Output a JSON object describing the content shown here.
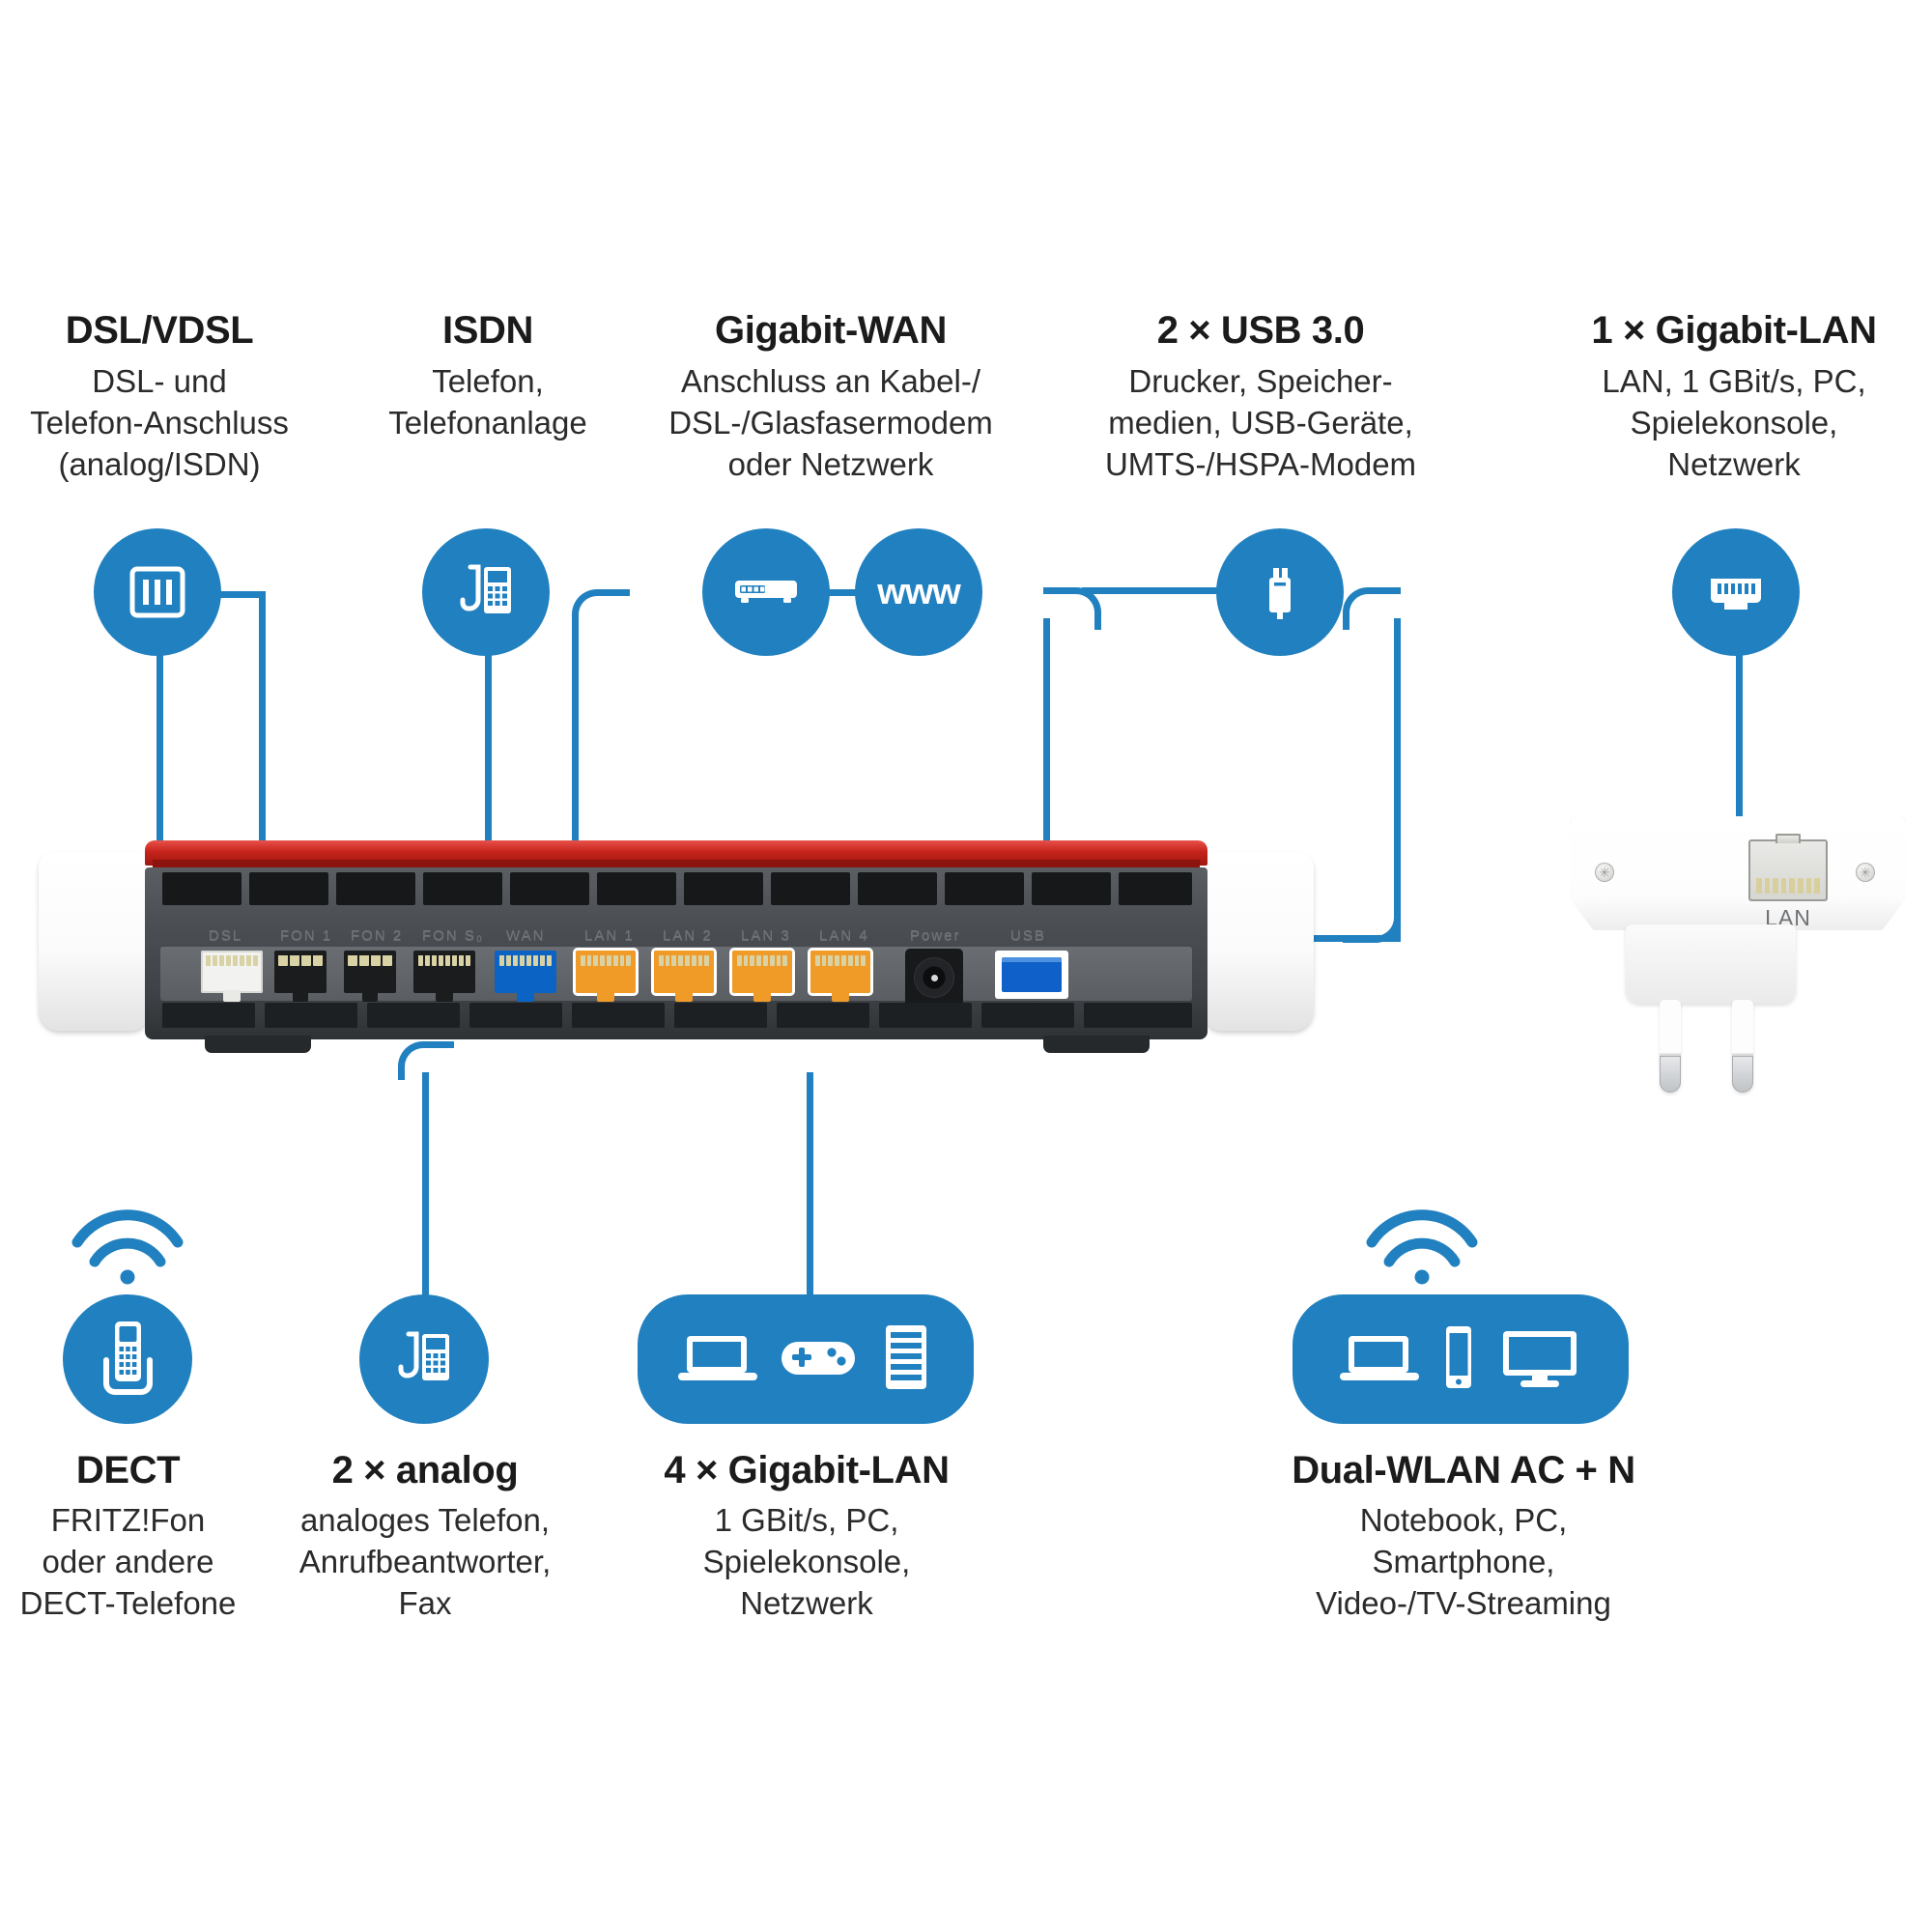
{
  "theme": {
    "accent": "#2180bf",
    "text": "#1a1a1a",
    "red": "#c5241c"
  },
  "top_features": [
    {
      "id": "dsl-vdsl",
      "title": "DSL/VDSL",
      "desc": "DSL- und\nTelefon-Anschluss\n(analog/ISDN)",
      "icon": "dsl-socket-icon"
    },
    {
      "id": "isdn",
      "title": "ISDN",
      "desc": "Telefon,\nTelefonanlage",
      "icon": "desk-phone-icon"
    },
    {
      "id": "gigabit-wan",
      "title": "Gigabit-WAN",
      "desc": "Anschluss an Kabel-/\nDSL-/Glasfasermodem\noder Netzwerk",
      "icon": "modem-icon",
      "icon2": "www-icon",
      "icon2_text": "www"
    },
    {
      "id": "usb-3",
      "title": "2 × USB 3.0",
      "desc": "Drucker, Speicher-\nmedien, USB-Geräte,\nUMTS-/HSPA-Modem",
      "icon": "usb-icon"
    },
    {
      "id": "gigabit-lan-1",
      "title": "1 × Gigabit-LAN",
      "desc": "LAN, 1 GBit/s, PC,\nSpielekonsole,\nNetzwerk",
      "icon": "lan-socket-icon"
    }
  ],
  "bottom_features": [
    {
      "id": "dect",
      "title": "DECT",
      "desc": "FRITZ!Fon\noder andere\nDECT-Telefone",
      "icon": "cordless-phone-icon",
      "wifi_arcs": true
    },
    {
      "id": "analog",
      "title": "2 × analog",
      "desc": "analoges Telefon,\nAnrufbeantworter,\nFax",
      "icon": "desk-phone-icon"
    },
    {
      "id": "gigabit-lan-4",
      "title": "4 × Gigabit-LAN",
      "desc": "1 GBit/s, PC,\nSpielekonsole,\nNetzwerk",
      "icons": [
        "laptop-icon",
        "gamepad-icon",
        "server-icon"
      ]
    },
    {
      "id": "dual-wlan",
      "title": "Dual-WLAN AC + N",
      "desc": "Notebook, PC,\nSmartphone,\nVideo-/TV-Streaming",
      "icons": [
        "laptop-icon",
        "smartphone-icon",
        "monitor-icon"
      ],
      "wifi_arcs": true
    }
  ],
  "router": {
    "port_labels": [
      "DSL",
      "FON 1",
      "FON 2",
      "FON S₀",
      "WAN",
      "LAN 1",
      "LAN 2",
      "LAN 3",
      "LAN 4",
      "Power",
      "USB"
    ]
  },
  "powerline_adapter": {
    "port_label": "LAN"
  }
}
